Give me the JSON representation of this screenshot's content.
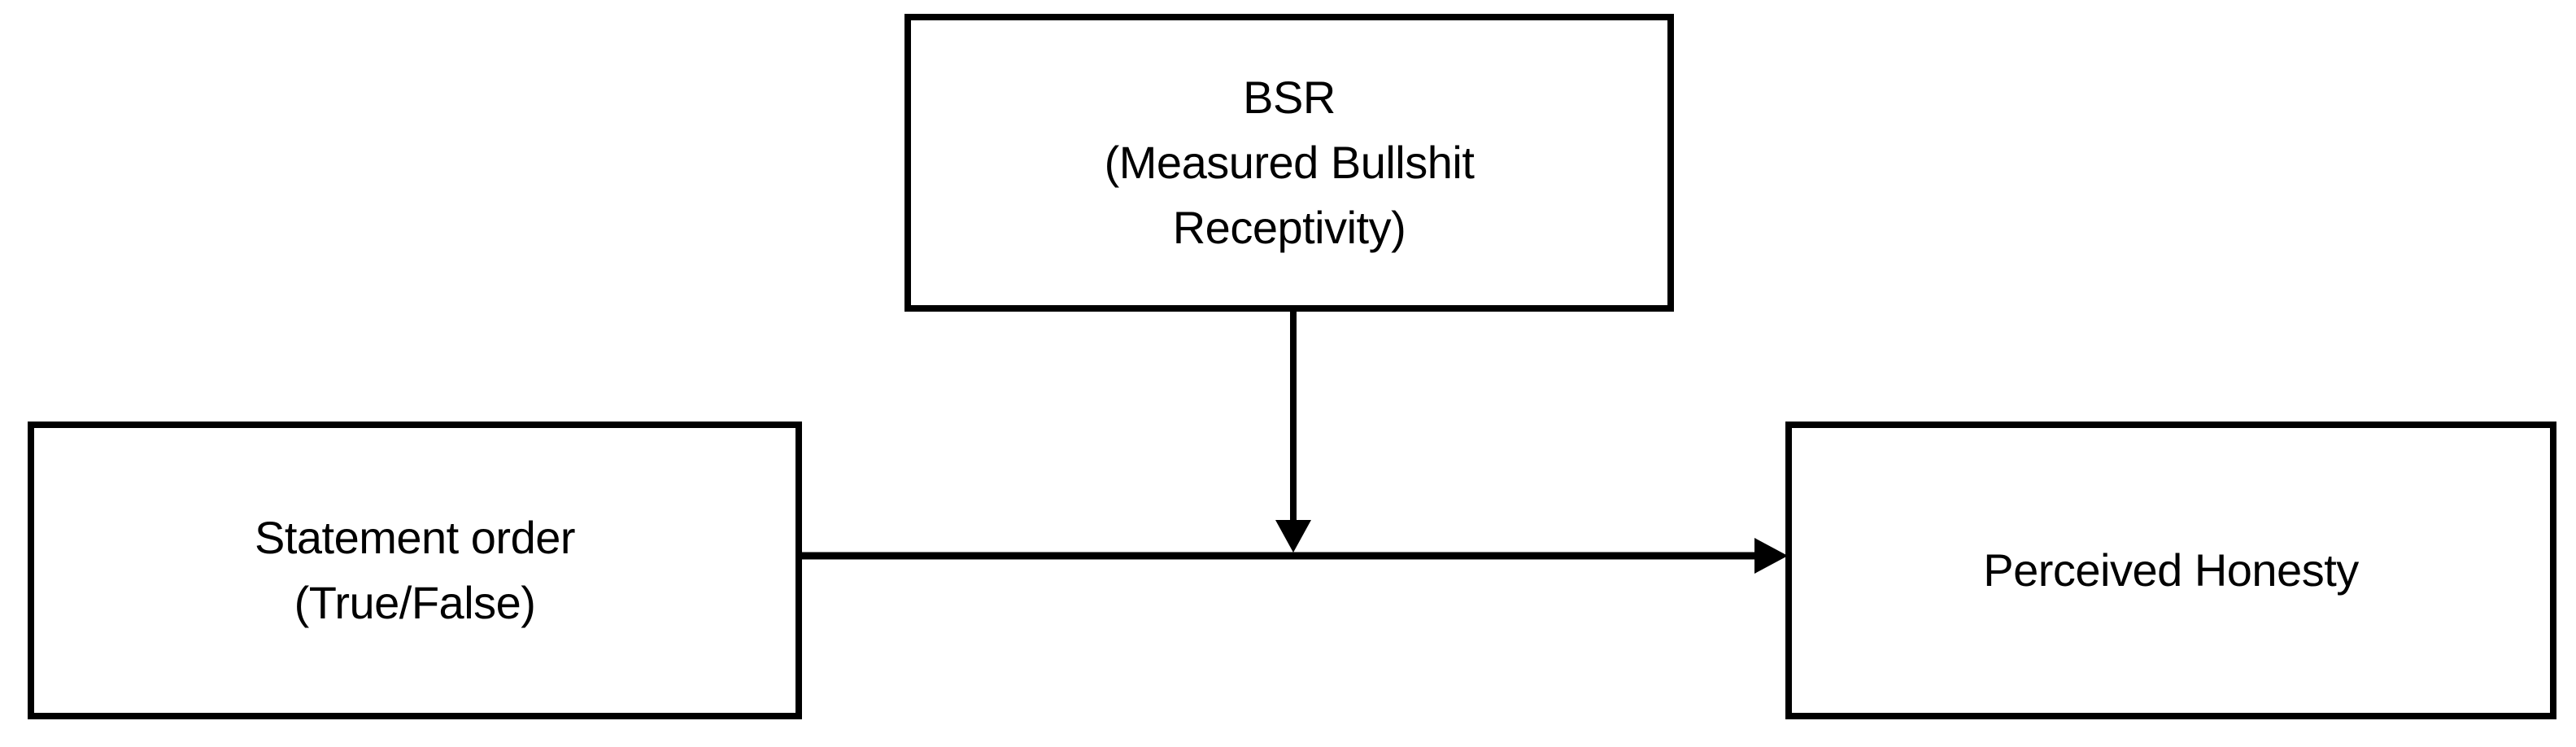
{
  "diagram": {
    "type": "moderation-model",
    "background_color": "#ffffff",
    "stroke_color": "#000000",
    "nodes": [
      {
        "id": "bsr",
        "name": "moderator",
        "lines": [
          "BSR",
          "(Measured Bullshit",
          "Receptivity)"
        ],
        "line1": "BSR",
        "line2": "(Measured Bullshit",
        "line3": "Receptivity)"
      },
      {
        "id": "statement-order",
        "name": "predictor",
        "lines": [
          "Statement order",
          "(True/False)"
        ],
        "line1": "Statement order",
        "line2": "(True/False)"
      },
      {
        "id": "perceived-honesty",
        "name": "outcome",
        "lines": [
          "Perceived Honesty"
        ],
        "line1": "Perceived Honesty"
      }
    ],
    "edges": [
      {
        "id": "predictor-to-outcome",
        "name": "main-effect-arrow",
        "from": "statement-order",
        "to": "perceived-honesty",
        "label": "",
        "arrowhead": "filled-triangle",
        "direction": "horizontal-right"
      },
      {
        "id": "moderator-to-path",
        "name": "moderation-arrow",
        "from": "bsr",
        "to": "predictor-to-outcome",
        "label": "",
        "arrowhead": "filled-triangle",
        "direction": "vertical-down"
      }
    ]
  }
}
